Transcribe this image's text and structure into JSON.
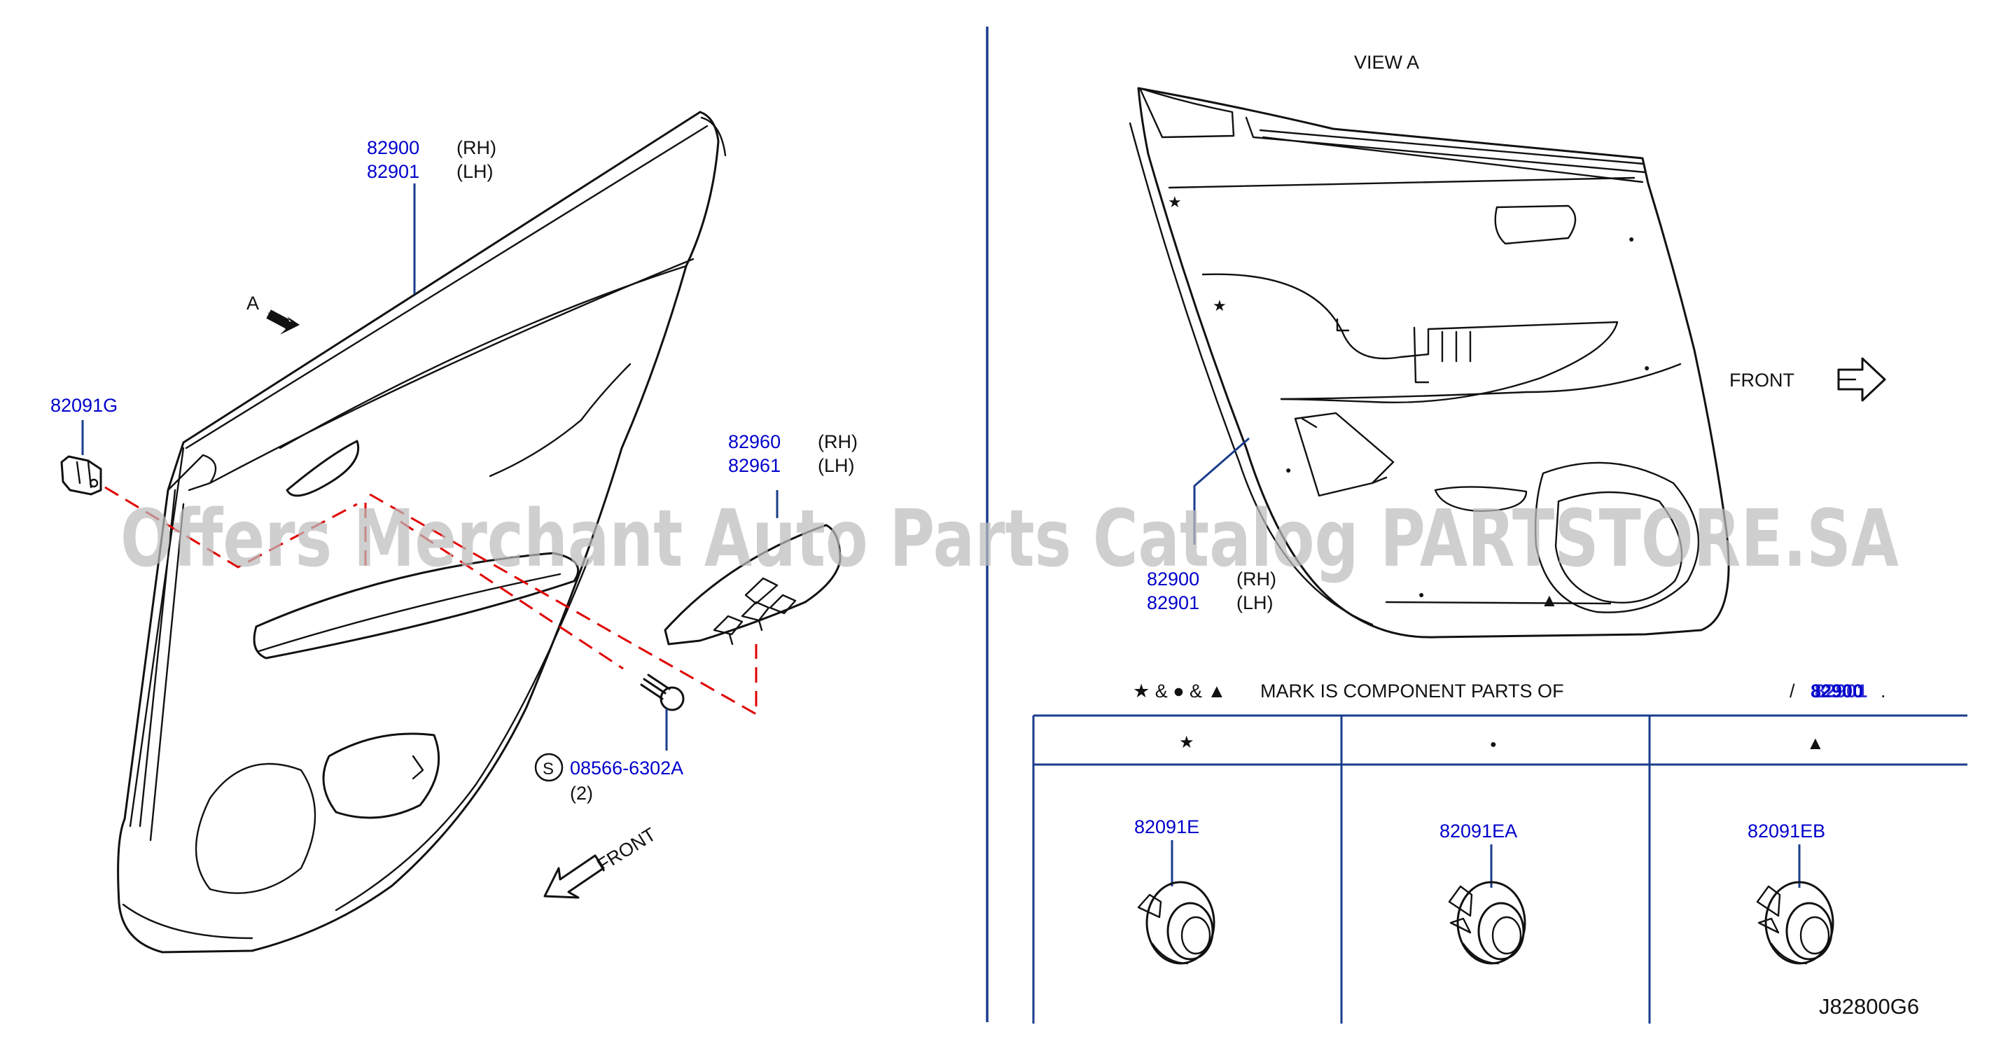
{
  "exploded_view": {
    "panel_part_rh": "82900",
    "panel_part_rh_side": "(RH)",
    "panel_part_lh": "82901",
    "panel_part_lh_side": "(LH)",
    "view_arrow_label": "A",
    "clip_part": "82091G",
    "switch_part_rh": "82960",
    "switch_part_rh_side": "(RH)",
    "switch_part_lh": "82961",
    "switch_part_lh_side": "(LH)",
    "screw_symbol": "S",
    "screw_part": "08566-6302A",
    "screw_qty": "(2)",
    "front_label": "FRONT"
  },
  "view_a": {
    "title": "VIEW   A",
    "front_label": "FRONT",
    "panel_part_rh": "82900",
    "panel_part_rh_side": "(RH)",
    "panel_part_lh": "82901",
    "panel_part_lh_side": "(LH)",
    "star_mark": "★",
    "dot_mark": "●",
    "triangle_mark": "▲"
  },
  "legend": {
    "marks": "★ & ● & ▲",
    "text": "MARK   IS   COMPONENT   PARTS   OF",
    "slash": "/",
    "part_ref": "82900",
    "part_ref_overlap": "82901",
    "period": "."
  },
  "clip_table": {
    "columns": [
      {
        "mark": "★",
        "part": "82091E"
      },
      {
        "mark": "●",
        "part": "82091EA"
      },
      {
        "mark": "▲",
        "part": "82091EB"
      }
    ]
  },
  "diagram_code": "J82800G6",
  "watermark": "Offers Merchant Auto Parts Catalog PARTSTORE.SA",
  "colors": {
    "part_number": "#0000cc",
    "leader_line": "#1a3d8c",
    "fastener_dash": "#e00000",
    "line_art": "#111111"
  }
}
